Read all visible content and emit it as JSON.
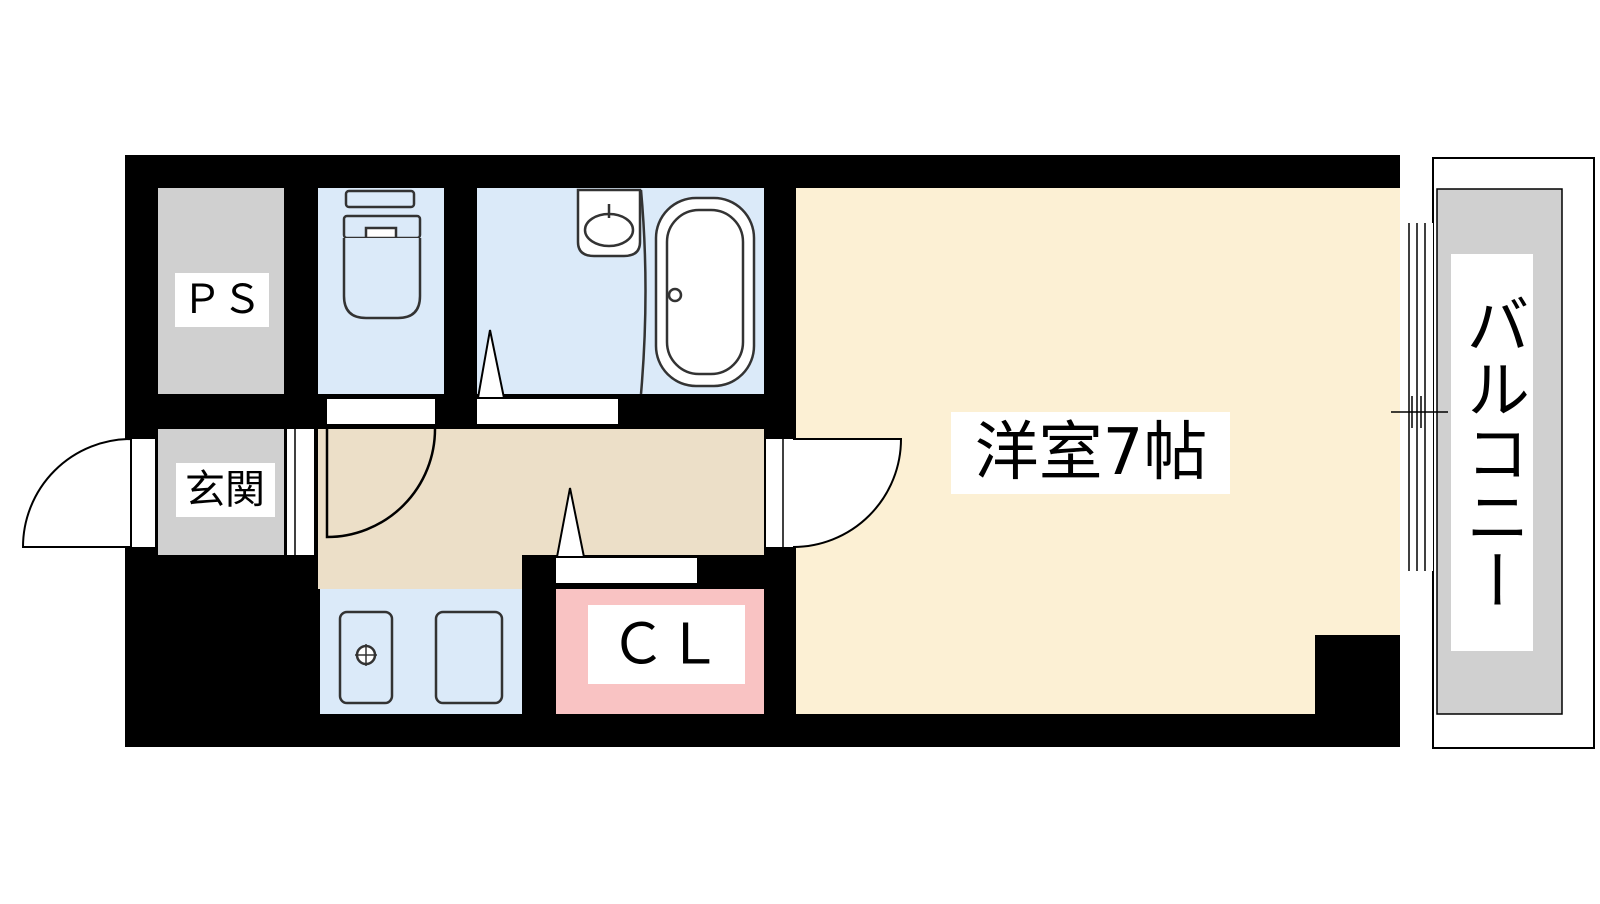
{
  "rooms": {
    "ps": "ＰＳ",
    "genkan": "玄関",
    "closet": "ＣＬ",
    "western_room": "洋室7帖",
    "balcony": "バルコニー"
  },
  "colors": {
    "wall": "#000000",
    "wet_area": "#dbeaf9",
    "hallway": "#ecdfc8",
    "western_room": "#fcf0d4",
    "closet": "#f9c3c3",
    "grey": "#d0d0d0",
    "fixture_line": "#333333"
  }
}
